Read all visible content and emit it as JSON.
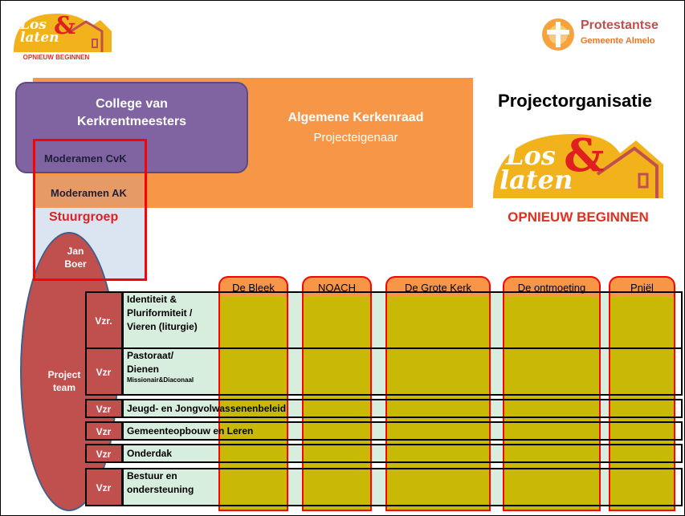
{
  "logo": {
    "word1": "Los",
    "ampersand": "&",
    "word2": "laten",
    "tagline": "OPNIEUW BEGINNEN"
  },
  "church_logo": {
    "line1": "Protestantse",
    "line2": "Gemeente Almelo"
  },
  "title": "Projectorganisatie",
  "boxes": {
    "college": "College van Kerkrentmeesters",
    "college_line1": "College van",
    "college_line2": "Kerkrentmeesters",
    "akr": "Algemene Kerkenraad",
    "akr_sub": "Projecteigenaar",
    "moderamen_cvk": "Moderamen CvK",
    "moderamen_ak": "Moderamen AK",
    "stuurgroep": "Stuurgroep",
    "jan": "Jan",
    "boer": "Boer",
    "project": "Project",
    "team": "team"
  },
  "columns": [
    "De Bleek",
    "NOACH",
    "De Grote Kerk",
    "De ontmoeting",
    "Pniël"
  ],
  "rows": [
    {
      "vzr": "Vzr.",
      "lines": [
        "Identiteit &",
        "Pluriformiteit /",
        "Vieren (liturgie)"
      ]
    },
    {
      "vzr": "Vzr",
      "lines": [
        "Pastoraat/",
        "Dienen"
      ],
      "small": "Missionair&Diaconaal"
    },
    {
      "vzr": "Vzr",
      "lines": [
        "Jeugd- en Jongvolwassenenbeleid"
      ]
    },
    {
      "vzr": "Vzr",
      "lines": [
        "Gemeenteopbouw en Leren"
      ]
    },
    {
      "vzr": "Vzr",
      "lines": [
        "Onderdak"
      ]
    },
    {
      "vzr": "Vzr",
      "lines": [
        "Bestuur en",
        "ondersteuning"
      ]
    }
  ],
  "colors": {
    "akr": "#f79646",
    "college": "#8064a2",
    "stuurgroep": "#ff0000",
    "projectteam": "#c0504d",
    "location_fill": "#c9b907",
    "row_band": "#d7eedf"
  }
}
